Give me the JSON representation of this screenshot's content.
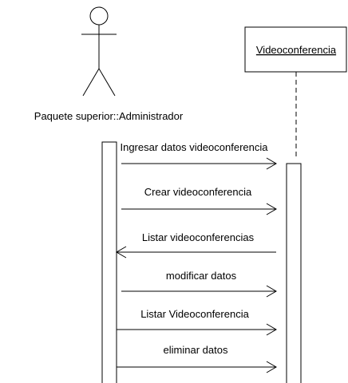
{
  "diagram": {
    "type": "uml-sequence",
    "actor": {
      "label": "Paquete superior::Administrador"
    },
    "object": {
      "label": "Videoconferencia"
    },
    "messages": [
      {
        "label": "Ingresar datos videoconferencia",
        "direction": "right"
      },
      {
        "label": "Crear videoconferencia",
        "direction": "right"
      },
      {
        "label": "Listar videoconferencias",
        "direction": "left"
      },
      {
        "label": "modificar datos",
        "direction": "right"
      },
      {
        "label": "Listar Videoconferencia",
        "direction": "right"
      },
      {
        "label": "eliminar datos",
        "direction": "right"
      }
    ]
  }
}
